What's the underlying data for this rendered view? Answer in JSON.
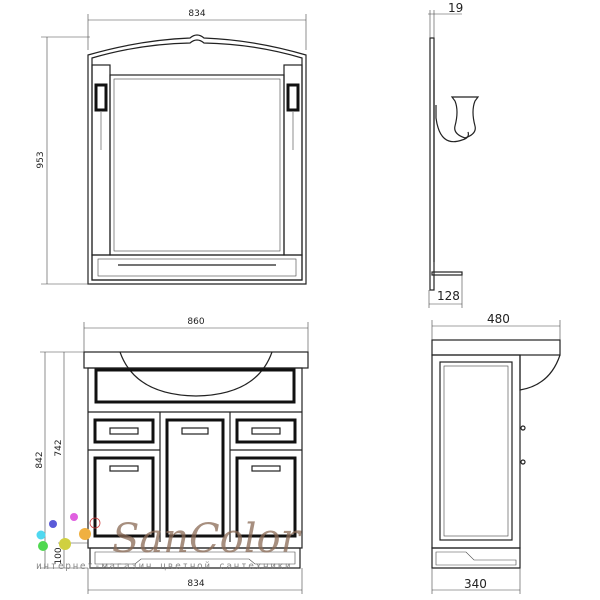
{
  "mirror_front": {
    "width_label": "834",
    "height_label": "953"
  },
  "mirror_side": {
    "depth_label": "19",
    "shelf_label": "128"
  },
  "vanity_front": {
    "top_width_label": "860",
    "bottom_width_label": "834",
    "total_height_label": "842",
    "body_height_label": "742",
    "plinth_height_label": "100"
  },
  "vanity_side": {
    "top_depth_label": "480",
    "body_depth_label": "340"
  },
  "watermark": {
    "brand": "SanColor",
    "tagline": "интернет-магазин цветной сантехники"
  },
  "colors": {
    "line": "#222222",
    "logo": "#8a6a55"
  }
}
